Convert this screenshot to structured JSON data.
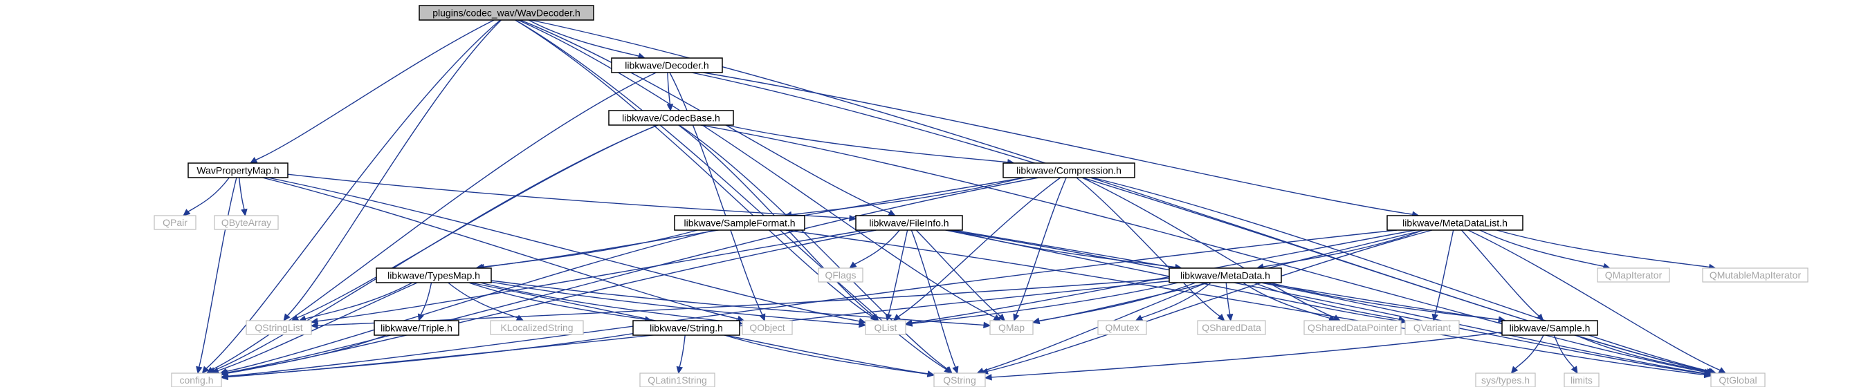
{
  "graph": {
    "root": "plugins/codec_wav/WavDecoder.h",
    "colors": {
      "edge": "#1f3a93",
      "root_fill": "#bfbfbf",
      "node_border": "#000000",
      "external_border": "#bfbfbf",
      "external_text": "#a6a6a6"
    },
    "nodes": [
      {
        "id": "WavDecoder",
        "label": "plugins/codec_wav/WavDecoder.h",
        "kind": "root"
      },
      {
        "id": "Decoder",
        "label": "libkwave/Decoder.h",
        "kind": "internal"
      },
      {
        "id": "CodecBase",
        "label": "libkwave/CodecBase.h",
        "kind": "internal"
      },
      {
        "id": "WavPropertyMap",
        "label": "WavPropertyMap.h",
        "kind": "internal"
      },
      {
        "id": "Compression",
        "label": "libkwave/Compression.h",
        "kind": "internal"
      },
      {
        "id": "SampleFormat",
        "label": "libkwave/SampleFormat.h",
        "kind": "internal"
      },
      {
        "id": "FileInfo",
        "label": "libkwave/FileInfo.h",
        "kind": "internal"
      },
      {
        "id": "MetaDataList",
        "label": "libkwave/MetaDataList.h",
        "kind": "internal"
      },
      {
        "id": "TypesMap",
        "label": "libkwave/TypesMap.h",
        "kind": "internal"
      },
      {
        "id": "MetaData",
        "label": "libkwave/MetaData.h",
        "kind": "internal"
      },
      {
        "id": "Triple",
        "label": "libkwave/Triple.h",
        "kind": "internal"
      },
      {
        "id": "String",
        "label": "libkwave/String.h",
        "kind": "internal"
      },
      {
        "id": "Sample",
        "label": "libkwave/Sample.h",
        "kind": "internal"
      },
      {
        "id": "config",
        "label": "config.h",
        "kind": "external"
      },
      {
        "id": "QString",
        "label": "QString",
        "kind": "external"
      },
      {
        "id": "QtGlobal",
        "label": "QtGlobal",
        "kind": "external"
      },
      {
        "id": "QStringList",
        "label": "QStringList",
        "kind": "external"
      },
      {
        "id": "QObject",
        "label": "QObject",
        "kind": "external"
      },
      {
        "id": "QList",
        "label": "QList",
        "kind": "external"
      },
      {
        "id": "QMap",
        "label": "QMap",
        "kind": "external"
      },
      {
        "id": "QPair",
        "label": "QPair",
        "kind": "external"
      },
      {
        "id": "QByteArray",
        "label": "QByteArray",
        "kind": "external"
      },
      {
        "id": "QFlags",
        "label": "QFlags",
        "kind": "external"
      },
      {
        "id": "KLocalizedString",
        "label": "KLocalizedString",
        "kind": "external"
      },
      {
        "id": "QLatin1String",
        "label": "QLatin1String",
        "kind": "external"
      },
      {
        "id": "QMutex",
        "label": "QMutex",
        "kind": "external"
      },
      {
        "id": "QSharedData",
        "label": "QSharedData",
        "kind": "external"
      },
      {
        "id": "QSharedDataPointer",
        "label": "QSharedDataPointer",
        "kind": "external"
      },
      {
        "id": "QVariant",
        "label": "QVariant",
        "kind": "external"
      },
      {
        "id": "QMapIterator",
        "label": "QMapIterator",
        "kind": "external"
      },
      {
        "id": "QMutableMapIterator",
        "label": "QMutableMapIterator",
        "kind": "external"
      },
      {
        "id": "systypes",
        "label": "sys/types.h",
        "kind": "external"
      },
      {
        "id": "limits",
        "label": "limits",
        "kind": "external"
      }
    ]
  }
}
